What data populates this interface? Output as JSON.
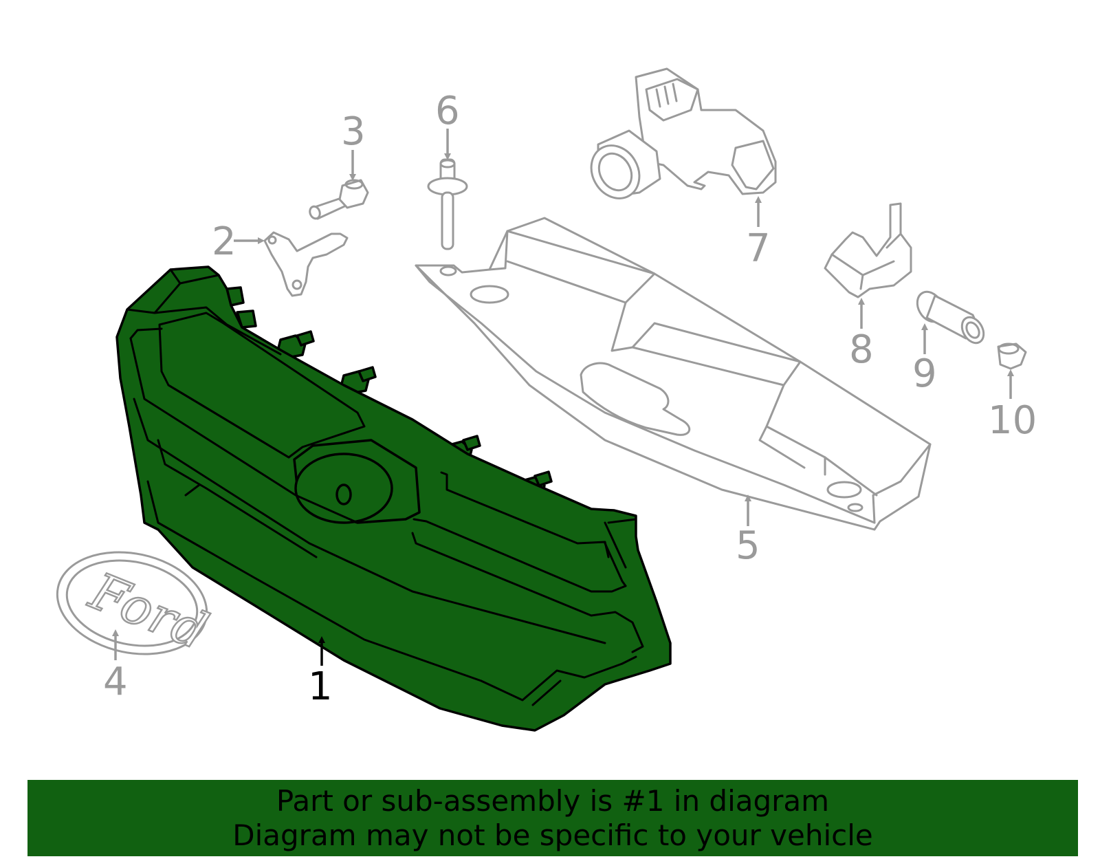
{
  "colors": {
    "highlight_fill": "#116111",
    "ghost_stroke": "#9a9a9a",
    "outline": "#000000",
    "background": "#ffffff"
  },
  "callouts": {
    "c1": "1",
    "c2": "2",
    "c3": "3",
    "c4": "4",
    "c5": "5",
    "c6": "6",
    "c7": "7",
    "c8": "8",
    "c9": "9",
    "c10": "10"
  },
  "emblem": {
    "logo_text": "Ford"
  },
  "banner": {
    "line1": "Part or sub-assembly is #1 in diagram",
    "line2": "Diagram may not be specific to your vehicle"
  }
}
